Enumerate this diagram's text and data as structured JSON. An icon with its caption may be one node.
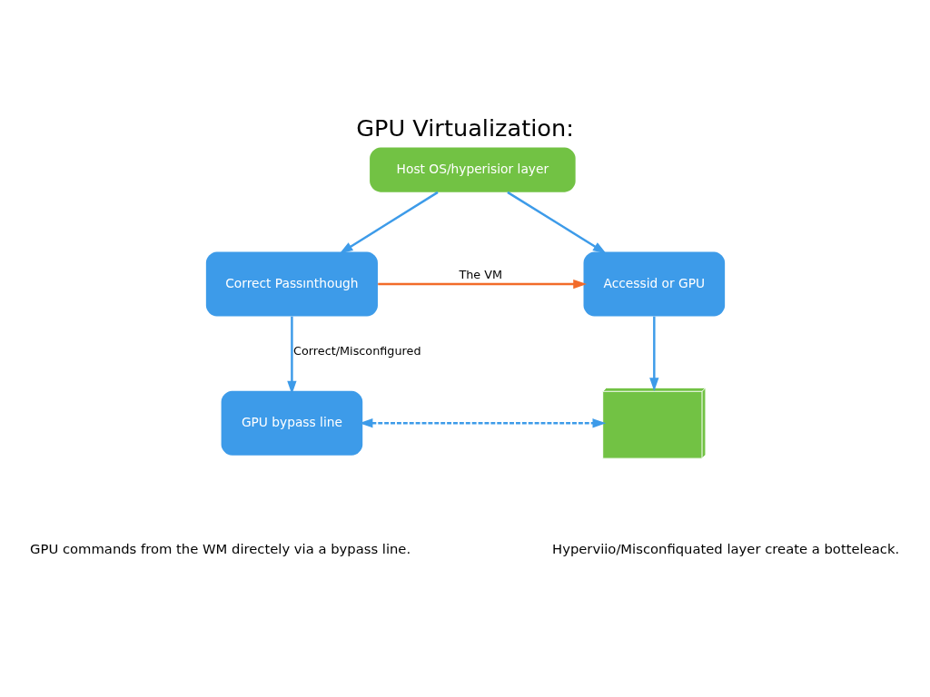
{
  "diagram": {
    "title": "GPU Virtualization:",
    "nodes": [
      {
        "text": [
          "Host OS/hyperisior layer"
        ]
      },
      {
        "text": [
          "Correct Passınthough"
        ]
      },
      {
        "text": [
          "Accessid or GPU"
        ]
      },
      {
        "text": [
          "GPU bypass line"
        ]
      },
      {
        "text": [],
        "shape": "box"
      }
    ],
    "edges": [
      {
        "from": 0,
        "to": 1,
        "arrow": "to"
      },
      {
        "from": 0,
        "to": 2,
        "arrow": "to"
      },
      {
        "from": 1,
        "to": 2,
        "arrow": "to",
        "label": "The VM",
        "color": "#f26b2a"
      },
      {
        "from": 1,
        "to": 3,
        "arrow": "to",
        "label": "Correct/Misconfigured"
      },
      {
        "from": 2,
        "to": 4,
        "arrow": "to"
      },
      {
        "from": 3,
        "to": 4,
        "arrow": "both",
        "style": "dashed"
      }
    ],
    "labels": [
      "GPU commands from the WM directely via a bypass line.",
      "Hyperviio/Misconfiquated layer create a botteleack."
    ]
  }
}
